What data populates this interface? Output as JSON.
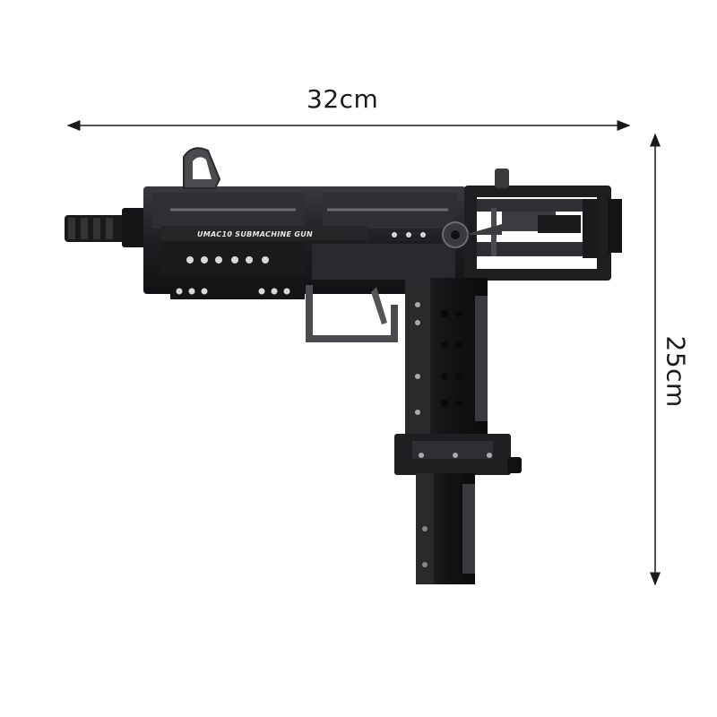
{
  "dimensions": {
    "width_label": "32cm",
    "height_label": "25cm"
  },
  "product": {
    "engraving": "UMAC10 SUBMACHINE GUN",
    "body_color": "#1c1c1e",
    "accent_color": "#6b6b70"
  }
}
